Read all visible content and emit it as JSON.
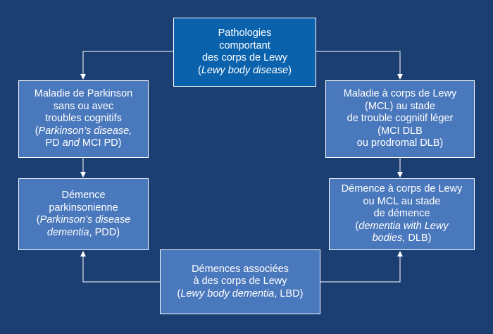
{
  "colors": {
    "background": "#1c3f73",
    "box_primary": "#0a62ad",
    "box_secondary": "#4a78bc",
    "text": "#ffffff",
    "arrow": "#ffffff"
  },
  "nodes": {
    "top": {
      "l1": "Pathologies",
      "l2": "comportant",
      "l3": "des corps de Lewy",
      "l4_open": "(",
      "l4_italic": "Lewy body disease",
      "l4_close": ")"
    },
    "left1": {
      "l1": "Maladie de Parkinson",
      "l2": "sans ou avec",
      "l3": "troubles cognitifs",
      "l4_open": "(",
      "l4_italic": "Parkinson’s disease,",
      "l5_a": "PD ",
      "l5_italic": "and",
      "l5_b": " MCI PD)"
    },
    "right1": {
      "l1": "Maladie à corps de Lewy",
      "l2": "(MCL) au stade",
      "l3": "de trouble cognitif léger",
      "l4": "(MCI DLB",
      "l5": "ou prodromal DLB)"
    },
    "left2": {
      "l1": "Démence",
      "l2": "parkinsonienne",
      "l3_open": "(",
      "l3_italic": "Parkinson’s disease",
      "l4_italic": "dementia",
      "l4_rest": ", PDD)"
    },
    "right2": {
      "l1": "Démence à corps de Lewy",
      "l2": "ou MCL au stade",
      "l3": "de démence",
      "l4_open": "(",
      "l4_italic": "dementia with Lewy",
      "l5_italic": "bodies,",
      "l5_rest": " DLB)"
    },
    "bottom": {
      "l1": "Démences associées",
      "l2": "à des corps de Lewy",
      "l3_open": "(",
      "l3_italic": "Lewy body dementia",
      "l3_rest": ", LBD)"
    }
  }
}
